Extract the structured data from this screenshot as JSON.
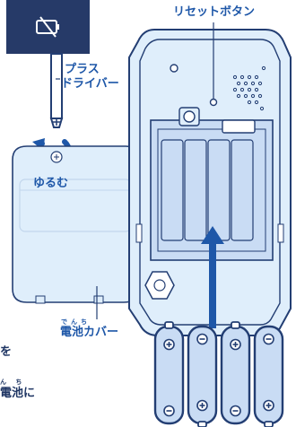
{
  "icons": {
    "battery_status": "battery-empty-slashed-icon",
    "screwdriver": "phillips-screwdriver-icon",
    "rotate": "counterclockwise-arrow-icon",
    "insert_arrow": "arrow-up-icon"
  },
  "colors": {
    "label_blue": "#1e57a8",
    "navy": "#263a68",
    "outline": "#233e73",
    "body_blue": "#dfeefb",
    "battery_fill": "#c9dcf4"
  },
  "labels": {
    "reset_button": "リセットボタン",
    "screwdriver_line1": "プラス",
    "screwdriver_line2": "ドライバー",
    "loosen": "ゆるむ",
    "battery_cover_ruby": "でんち",
    "battery_cover": "電池カバー",
    "left_edge_1": "を",
    "left_edge_2_ruby": "ん ち",
    "left_edge_2": "電池に"
  }
}
